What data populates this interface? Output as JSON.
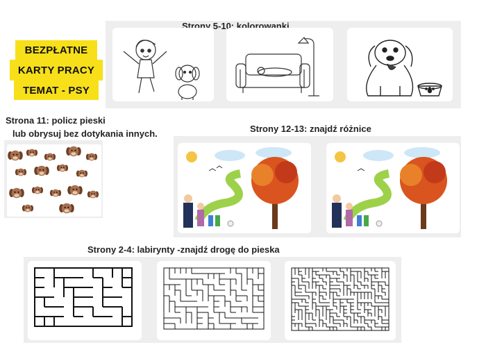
{
  "badge": {
    "line1": "BEZPŁATNE",
    "line2": "KARTY PRACY",
    "line3": "TEMAT - PSY",
    "color": "#f7e01a"
  },
  "sections": {
    "coloring": "Strony 5-10:  kolorowanki",
    "count_line1": "Strona 11: policz pieski",
    "count_line2": "lub obrysuj bez dotykania innych.",
    "differences": "Strony 12-13: znajdź różnice",
    "mazes": "Strony 2-4: labirynty -znajdź drogę do pieska"
  },
  "colors": {
    "panel": "#eeeeee",
    "card": "#ffffff",
    "sky": "#a8d4f0",
    "grass": "#9dd14a",
    "tree_leaves": "#d9541e",
    "dog_brown": "#8a5a3c"
  },
  "icons": [
    "girl-dog-coloring-image",
    "sofa-dog-coloring-image",
    "dog-bowl-coloring-image",
    "dogs-counting-image",
    "autumn-scene-image",
    "maze-image"
  ]
}
